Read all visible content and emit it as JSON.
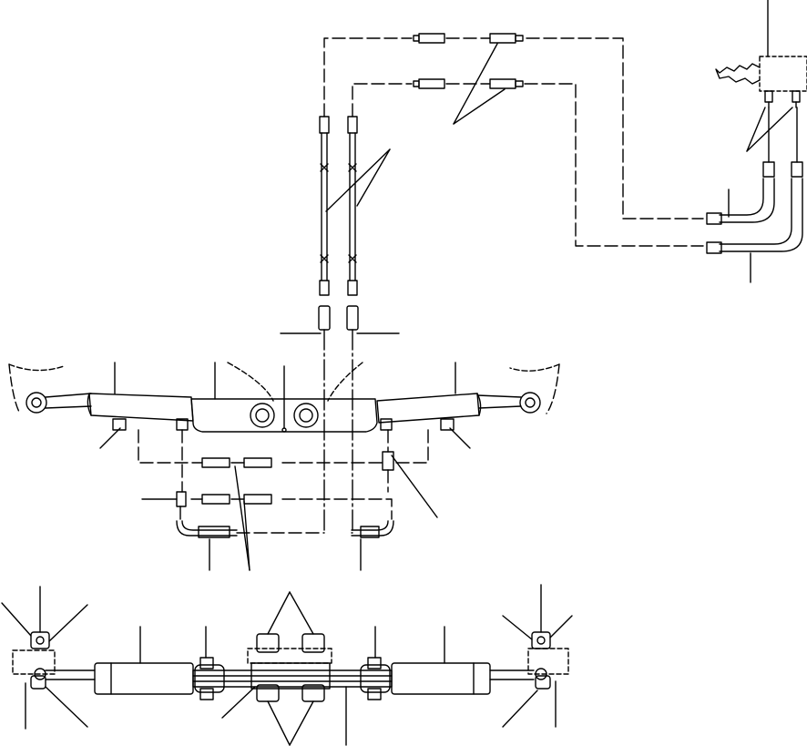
{
  "figure": {
    "kind": "hydraulic steering cylinder and hose routing diagram",
    "background_color": "#ffffff",
    "line_color": "#000000",
    "text_labels": []
  },
  "views": {
    "hose_routing_view": {
      "line_styles": [
        "solid",
        "dashed",
        "dash-dot"
      ]
    },
    "cylinder_mount_view": {},
    "top_assembly_view": {}
  }
}
